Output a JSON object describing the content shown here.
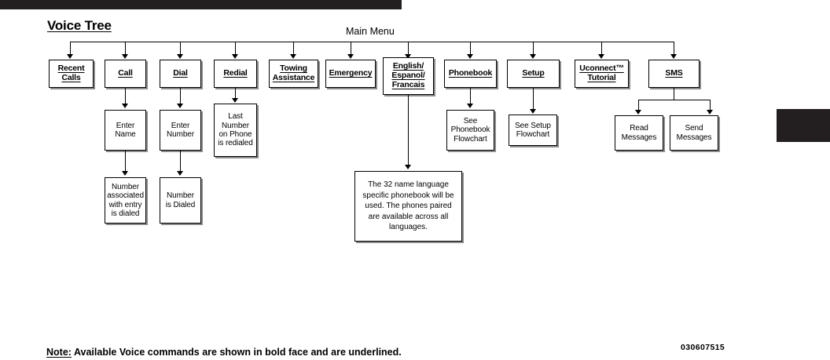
{
  "document": {
    "title": "Voice Tree",
    "doc_number": "030607515",
    "footer_note_prefix": "Note:",
    "footer_note_text": " Available Voice commands are shown in bold face and are underlined."
  },
  "diagram": {
    "root_label": "Main Menu",
    "main_menu_nodes": [
      {
        "id": "recent-calls",
        "label": "Recent\nCalls",
        "type": "command"
      },
      {
        "id": "call",
        "label": "Call",
        "type": "command"
      },
      {
        "id": "dial",
        "label": "Dial",
        "type": "command"
      },
      {
        "id": "redial",
        "label": "Redial",
        "type": "command"
      },
      {
        "id": "towing-assistance",
        "label": "Towing\nAssistance",
        "type": "command"
      },
      {
        "id": "emergency",
        "label": "Emergency",
        "type": "command"
      },
      {
        "id": "language",
        "label": "English/\nEspanol/\nFrancais",
        "type": "command"
      },
      {
        "id": "phonebook",
        "label": "Phonebook",
        "type": "command"
      },
      {
        "id": "setup",
        "label": "Setup",
        "type": "command"
      },
      {
        "id": "uconnect-tutorial",
        "label": "Uconnect™\nTutorial",
        "type": "command"
      },
      {
        "id": "sms",
        "label": "SMS",
        "type": "command"
      }
    ],
    "child_nodes": [
      {
        "id": "enter-name",
        "label": "Enter\nName",
        "type": "step",
        "parent": "call"
      },
      {
        "id": "enter-number",
        "label": "Enter\nNumber",
        "type": "step",
        "parent": "dial"
      },
      {
        "id": "last-number-redialed",
        "label": "Last\nNumber\non Phone\nis redialed",
        "type": "step",
        "parent": "redial"
      },
      {
        "id": "number-associated-dialed",
        "label": "Number\nassociated\nwith entry\nis dialed",
        "type": "step",
        "parent": "enter-name"
      },
      {
        "id": "number-is-dialed",
        "label": "Number\nis Dialed",
        "type": "step",
        "parent": "enter-number"
      },
      {
        "id": "language-note",
        "label": "The 32 name language specific phonebook will be used. The phones paired are available across all languages.",
        "type": "note",
        "parent": "language"
      },
      {
        "id": "see-phonebook-flowchart",
        "label": "See\nPhonebook\nFlowchart",
        "type": "step",
        "parent": "phonebook"
      },
      {
        "id": "see-setup-flowchart",
        "label": "See Setup\nFlowchart",
        "type": "step",
        "parent": "setup"
      },
      {
        "id": "read-messages",
        "label": "Read\nMessages",
        "type": "step",
        "parent": "sms"
      },
      {
        "id": "send-messages",
        "label": "Send\nMessages",
        "type": "step",
        "parent": "sms"
      }
    ]
  },
  "colors": {
    "ink": "#000000",
    "bar": "#231f20",
    "shadow": "#8b8b8b",
    "paper": "#ffffff"
  }
}
